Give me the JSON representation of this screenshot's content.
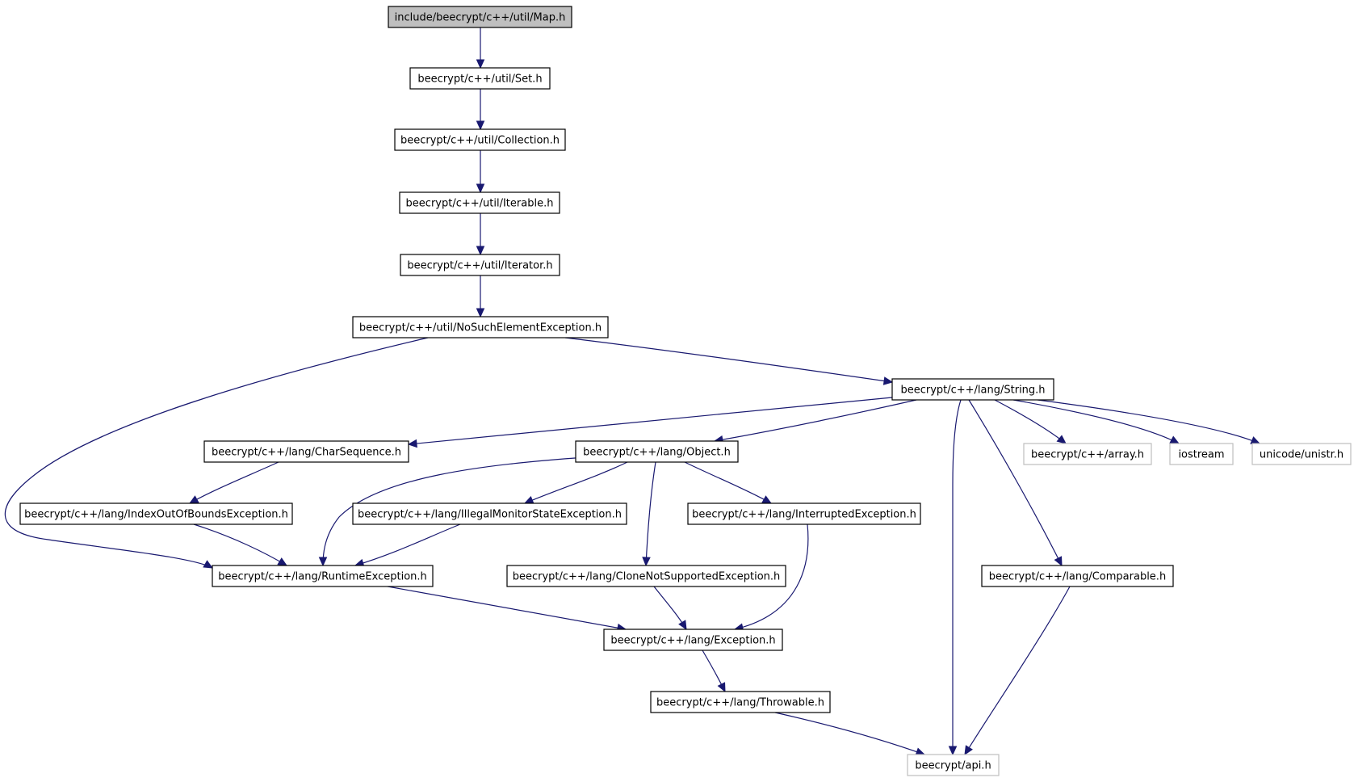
{
  "colors": {
    "edge": "#191970",
    "node_border": "#000000",
    "node_border_external": "#bfbfbf",
    "root_fill": "#bfbfbf",
    "node_fill": "#ffffff"
  },
  "nodes": {
    "map": {
      "label": "include/beecrypt/c++/util/Map.h",
      "kind": "root"
    },
    "set": {
      "label": "beecrypt/c++/util/Set.h",
      "kind": "normal"
    },
    "collection": {
      "label": "beecrypt/c++/util/Collection.h",
      "kind": "normal"
    },
    "iterable": {
      "label": "beecrypt/c++/util/Iterable.h",
      "kind": "normal"
    },
    "iterator": {
      "label": "beecrypt/c++/util/Iterator.h",
      "kind": "normal"
    },
    "nosuch": {
      "label": "beecrypt/c++/util/NoSuchElementException.h",
      "kind": "normal"
    },
    "string": {
      "label": "beecrypt/c++/lang/String.h",
      "kind": "normal"
    },
    "charseq": {
      "label": "beecrypt/c++/lang/CharSequence.h",
      "kind": "normal"
    },
    "object": {
      "label": "beecrypt/c++/lang/Object.h",
      "kind": "normal"
    },
    "array": {
      "label": "beecrypt/c++/array.h",
      "kind": "external"
    },
    "iostream": {
      "label": "iostream",
      "kind": "external"
    },
    "unistr": {
      "label": "unicode/unistr.h",
      "kind": "external"
    },
    "indexoob": {
      "label": "beecrypt/c++/lang/IndexOutOfBoundsException.h",
      "kind": "normal"
    },
    "illegalmon": {
      "label": "beecrypt/c++/lang/IllegalMonitorStateException.h",
      "kind": "normal"
    },
    "interrupted": {
      "label": "beecrypt/c++/lang/InterruptedException.h",
      "kind": "normal"
    },
    "runtime": {
      "label": "beecrypt/c++/lang/RuntimeException.h",
      "kind": "normal"
    },
    "clonenot": {
      "label": "beecrypt/c++/lang/CloneNotSupportedException.h",
      "kind": "normal"
    },
    "comparable": {
      "label": "beecrypt/c++/lang/Comparable.h",
      "kind": "normal"
    },
    "exception": {
      "label": "beecrypt/c++/lang/Exception.h",
      "kind": "normal"
    },
    "throwable": {
      "label": "beecrypt/c++/lang/Throwable.h",
      "kind": "normal"
    },
    "api": {
      "label": "beecrypt/api.h",
      "kind": "external"
    }
  },
  "edges": [
    {
      "from": "map",
      "to": "set"
    },
    {
      "from": "set",
      "to": "collection"
    },
    {
      "from": "collection",
      "to": "iterable"
    },
    {
      "from": "iterable",
      "to": "iterator"
    },
    {
      "from": "iterator",
      "to": "nosuch"
    },
    {
      "from": "nosuch",
      "to": "runtime"
    },
    {
      "from": "nosuch",
      "to": "string"
    },
    {
      "from": "string",
      "to": "charseq"
    },
    {
      "from": "string",
      "to": "object"
    },
    {
      "from": "string",
      "to": "api"
    },
    {
      "from": "string",
      "to": "comparable"
    },
    {
      "from": "string",
      "to": "array"
    },
    {
      "from": "string",
      "to": "iostream"
    },
    {
      "from": "string",
      "to": "unistr"
    },
    {
      "from": "charseq",
      "to": "indexoob"
    },
    {
      "from": "object",
      "to": "runtime"
    },
    {
      "from": "object",
      "to": "illegalmon"
    },
    {
      "from": "object",
      "to": "clonenot"
    },
    {
      "from": "object",
      "to": "interrupted"
    },
    {
      "from": "indexoob",
      "to": "runtime"
    },
    {
      "from": "illegalmon",
      "to": "runtime"
    },
    {
      "from": "interrupted",
      "to": "exception"
    },
    {
      "from": "runtime",
      "to": "exception"
    },
    {
      "from": "clonenot",
      "to": "exception"
    },
    {
      "from": "comparable",
      "to": "api"
    },
    {
      "from": "exception",
      "to": "throwable"
    },
    {
      "from": "throwable",
      "to": "api"
    }
  ]
}
